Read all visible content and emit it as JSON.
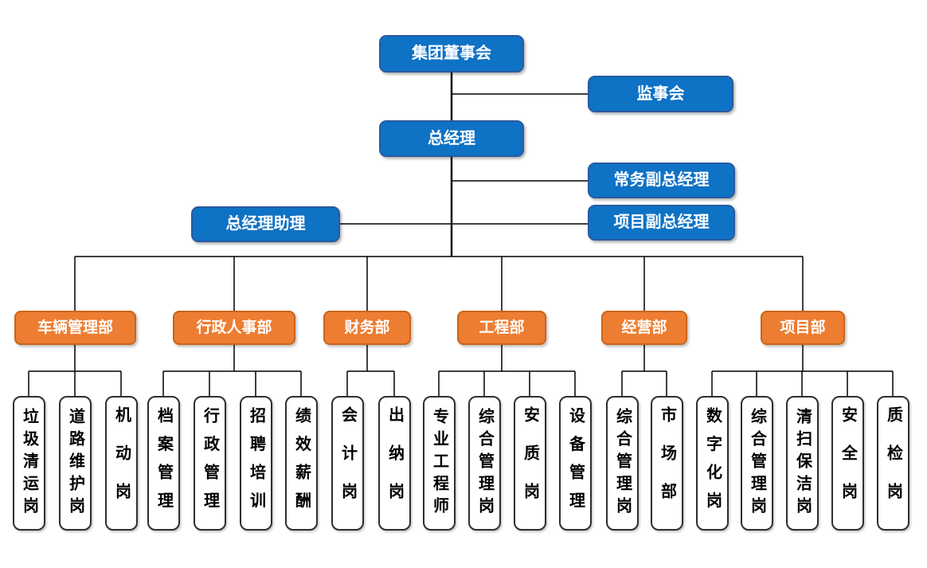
{
  "chart": {
    "executives": {
      "board": "集团董事会",
      "supervisory": "监事会",
      "gm": "总经理",
      "exec_deputy_gm": "常务副总经理",
      "project_deputy_gm": "项目副总经理",
      "gm_assistant": "总经理助理"
    },
    "departments": [
      {
        "name": "车辆管理部",
        "positions": [
          "垃圾清运岗",
          "道路维护岗",
          "机动岗"
        ]
      },
      {
        "name": "行政人事部",
        "positions": [
          "档案管理",
          "行政管理",
          "招聘培训",
          "绩效薪酬"
        ]
      },
      {
        "name": "财务部",
        "positions": [
          "会计岗",
          "出纳岗"
        ]
      },
      {
        "name": "工程部",
        "positions": [
          "专业工程师",
          "综合管理岗",
          "安质岗",
          "设备管理"
        ]
      },
      {
        "name": "经营部",
        "positions": [
          "综合管理岗",
          "市场部"
        ]
      },
      {
        "name": "项目部",
        "positions": [
          "数字化岗",
          "综合管理岗",
          "清扫保洁岗",
          "安全岗",
          "质检岗"
        ]
      }
    ],
    "colors": {
      "executive_fill": "#0E72C5",
      "executive_border": "#2A5A9F",
      "department_fill": "#ED7D31",
      "department_border": "#C9651A",
      "position_fill": "#FFFFFF",
      "position_border": "#2F2F2F",
      "connector": "#000000",
      "background": "#FFFFFF"
    }
  }
}
